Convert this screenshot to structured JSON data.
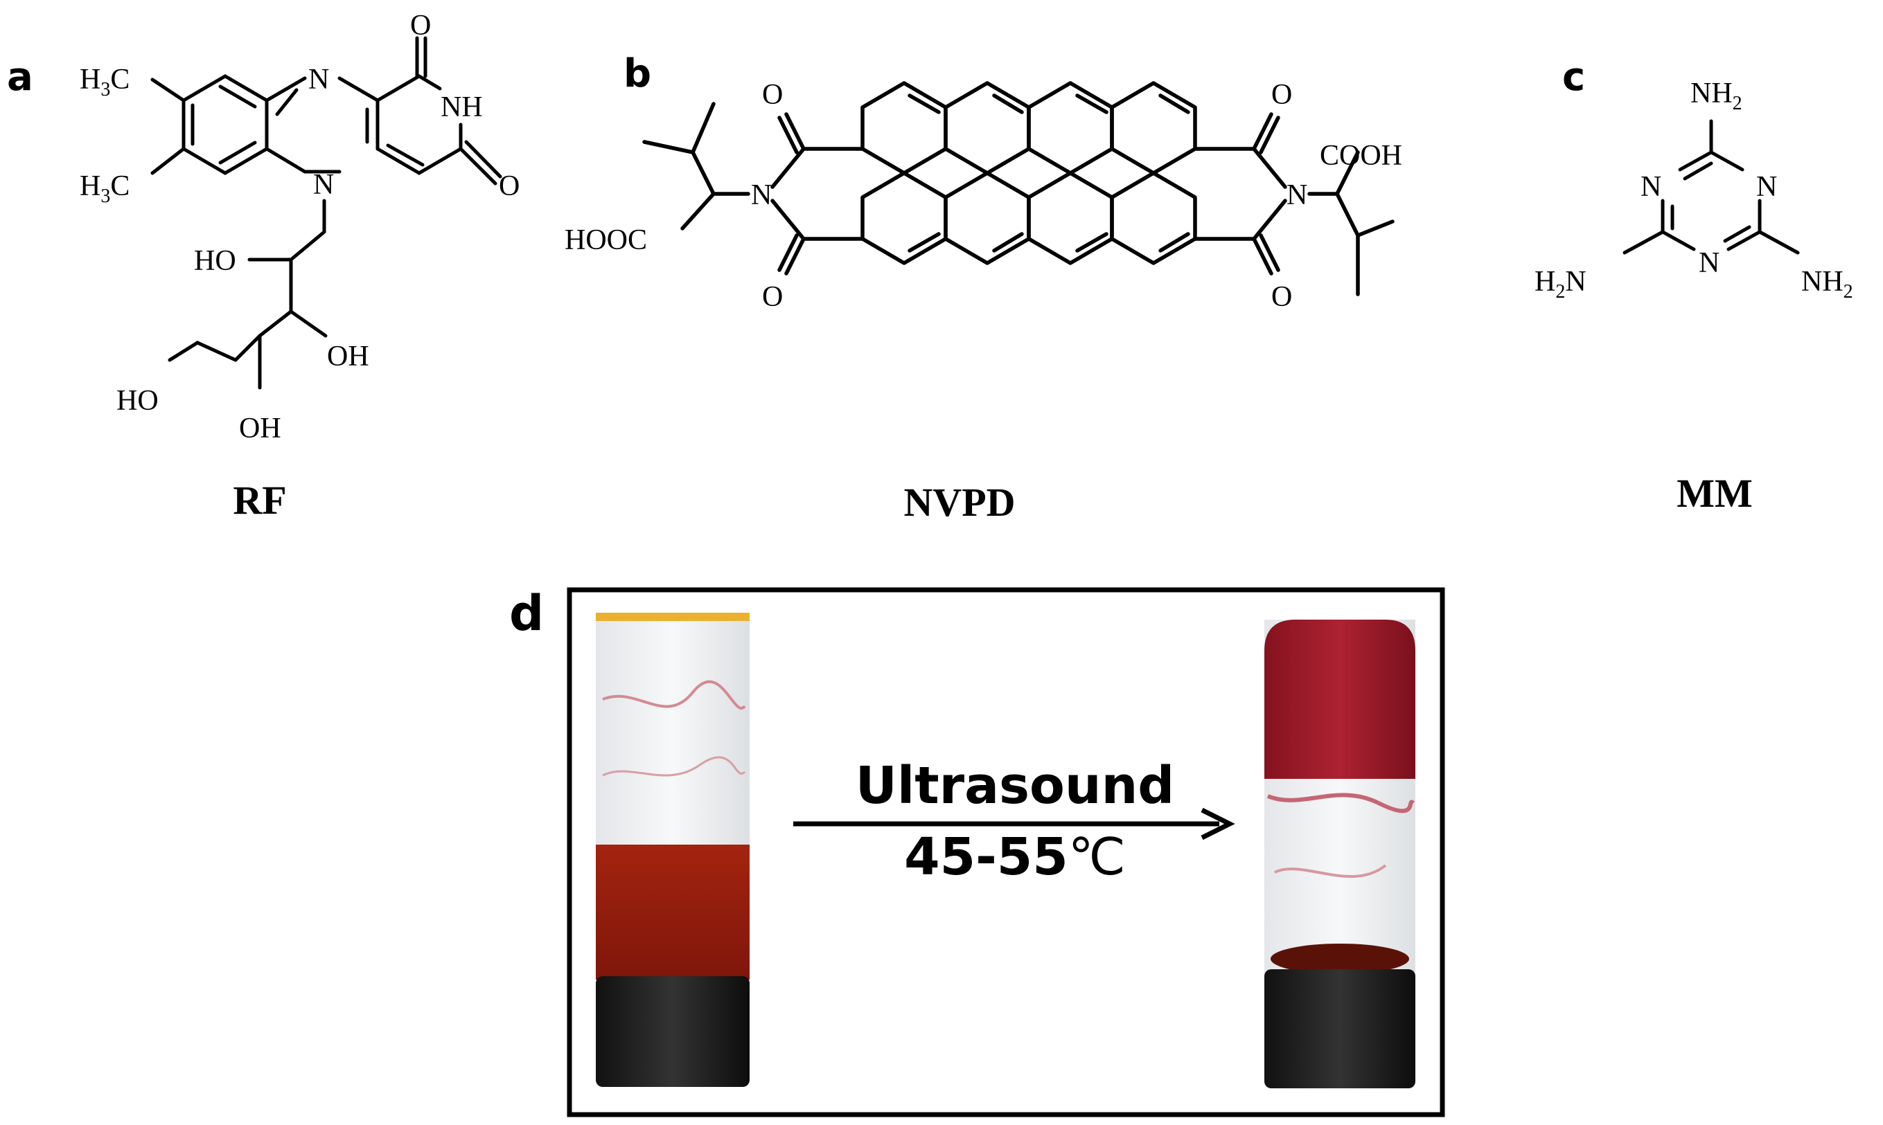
{
  "panels": {
    "a": {
      "letter": "a",
      "name": "RF",
      "labels": {
        "o_top": "O",
        "n_top": "N",
        "nh": "NH",
        "o_right": "O",
        "n_bottom": "N",
        "h3c_top": "H",
        "h3c_top_sub": "3",
        "h3c_top_c": "C",
        "h3c_bot": "H",
        "h3c_bot_sub": "3",
        "h3c_bot_c": "C",
        "ho1": "HO",
        "oh1": "OH",
        "ho2": "HO",
        "oh2": "OH"
      }
    },
    "b": {
      "letter": "b",
      "name": "NVPD",
      "labels": {
        "o_lt": "O",
        "o_lb": "O",
        "n_l": "N",
        "hooc": "HOOC",
        "o_rt": "O",
        "o_rb": "O",
        "n_r": "N",
        "cooh": "COOH"
      }
    },
    "c": {
      "letter": "c",
      "name": "MM",
      "labels": {
        "nh2_top": "NH",
        "nh2_top_sub": "2",
        "n_left": "N",
        "n_right": "N",
        "n_bottom": "N",
        "h2n": "H",
        "h2n_sub": "2",
        "h2n_n": "N",
        "nh2_right": "NH",
        "nh2_right_sub": "2"
      }
    },
    "d": {
      "letter": "d",
      "condition_top": "Ultrasound",
      "condition_bottom": "45-55",
      "condition_unit": "℃"
    }
  },
  "colors": {
    "ink": "#000000",
    "vial_glass": "#eef0f2",
    "vial_residue": "#d9a3aa",
    "sol_red": "#8f1a0e",
    "gel_red": "#9c1d2a",
    "cap": "#1a1a1a"
  }
}
